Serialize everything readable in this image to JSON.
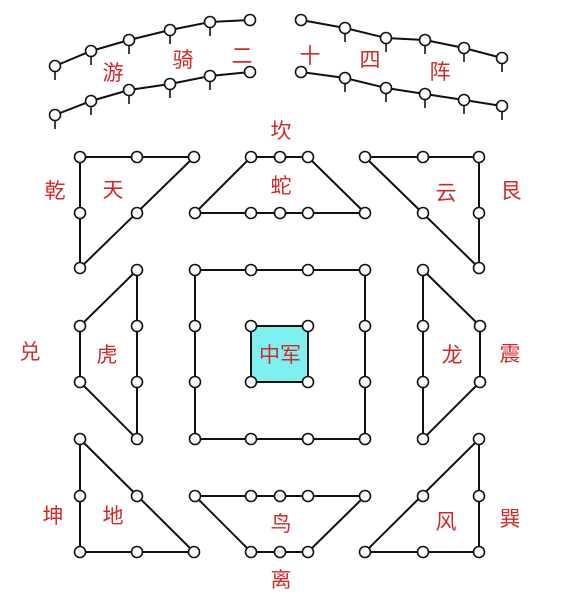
{
  "labels": {
    "you": "游",
    "qi": "骑",
    "er": "二",
    "shi": "十",
    "si": "四",
    "zhen": "阵",
    "kan": "坎",
    "she": "蛇",
    "qian": "乾",
    "tian": "天",
    "yun": "云",
    "gen": "艮",
    "dui": "兑",
    "hu": "虎",
    "zhongjun": "中军",
    "long": "龙",
    "zhen_thunder": "震",
    "kun": "坤",
    "di": "地",
    "niao": "鸟",
    "feng": "风",
    "xun": "巽",
    "li": "离"
  },
  "colors": {
    "label": "#d22a2a",
    "line": "#111111",
    "center_fill": "#7ff0f0"
  }
}
